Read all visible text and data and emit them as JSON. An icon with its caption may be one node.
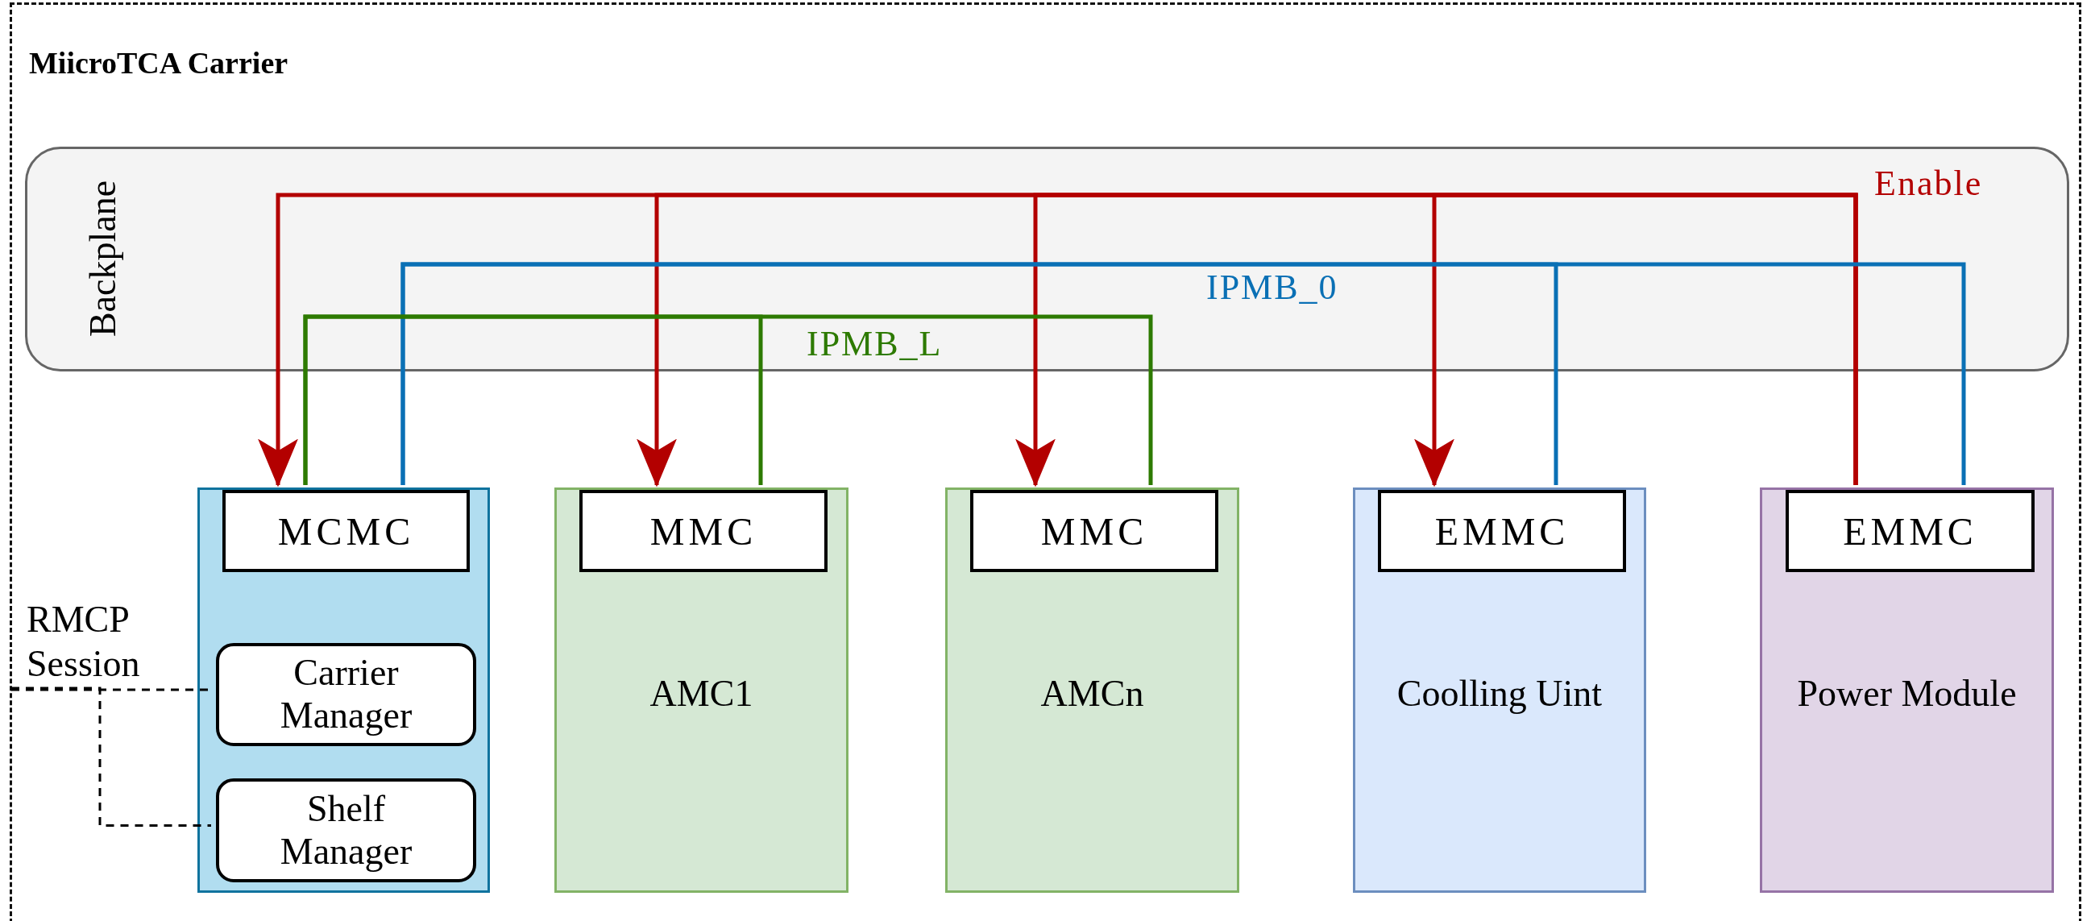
{
  "diagram": {
    "nodes": [
      {
        "text": [
          "MiicroTCA Carrier"
        ]
      },
      {
        "text": [],
        "shape": "box",
        "in": 0
      },
      {
        "text": [
          "MCMC"
        ],
        "in": 1
      },
      {
        "text": [
          "Carrier Manager"
        ],
        "in": 1
      },
      {
        "text": [
          "Shelf Manager"
        ],
        "in": 1
      },
      {
        "text": [
          "AMC1"
        ],
        "in": 0
      },
      {
        "text": [
          "MMC"
        ],
        "in": 5
      },
      {
        "text": [
          "AMCn"
        ],
        "in": 0
      },
      {
        "text": [
          "MMC"
        ],
        "in": 7
      },
      {
        "text": [
          "Coolling Uint"
        ],
        "in": 0
      },
      {
        "text": [
          "EMMC"
        ],
        "in": 9
      },
      {
        "text": [
          "Power Module"
        ],
        "in": 0
      },
      {
        "text": [
          "EMMC"
        ],
        "in": 11
      },
      {
        "text": [
          "RMCP Session"
        ],
        "in": 0
      }
    ],
    "edges": [
      {
        "from": 12,
        "to": 2,
        "arrow": "to",
        "color": "#b30000",
        "label": "Enable"
      },
      {
        "from": 12,
        "to": 6,
        "arrow": "to",
        "color": "#b30000"
      },
      {
        "from": 12,
        "to": 8,
        "arrow": "to",
        "color": "#b30000"
      },
      {
        "from": 12,
        "to": 10,
        "arrow": "to",
        "color": "#b30000"
      },
      {
        "from": 2,
        "to": 10,
        "arrow": "none",
        "color": "#0a70b5",
        "label": "IPMB_0"
      },
      {
        "from": 2,
        "to": 12,
        "arrow": "none",
        "color": "#0a70b5"
      },
      {
        "from": 2,
        "to": 6,
        "arrow": "none",
        "color": "#2d7a00",
        "label": "IPMB_L"
      },
      {
        "from": 2,
        "to": 8,
        "arrow": "none",
        "color": "#2d7a00"
      },
      {
        "from": 13,
        "to": 3,
        "arrow": "none",
        "style": "dashed",
        "color": "#000000"
      },
      {
        "from": 13,
        "to": 4,
        "arrow": "none",
        "style": "dashed",
        "color": "#000000"
      }
    ],
    "labels": [
      "Backplane"
    ]
  }
}
